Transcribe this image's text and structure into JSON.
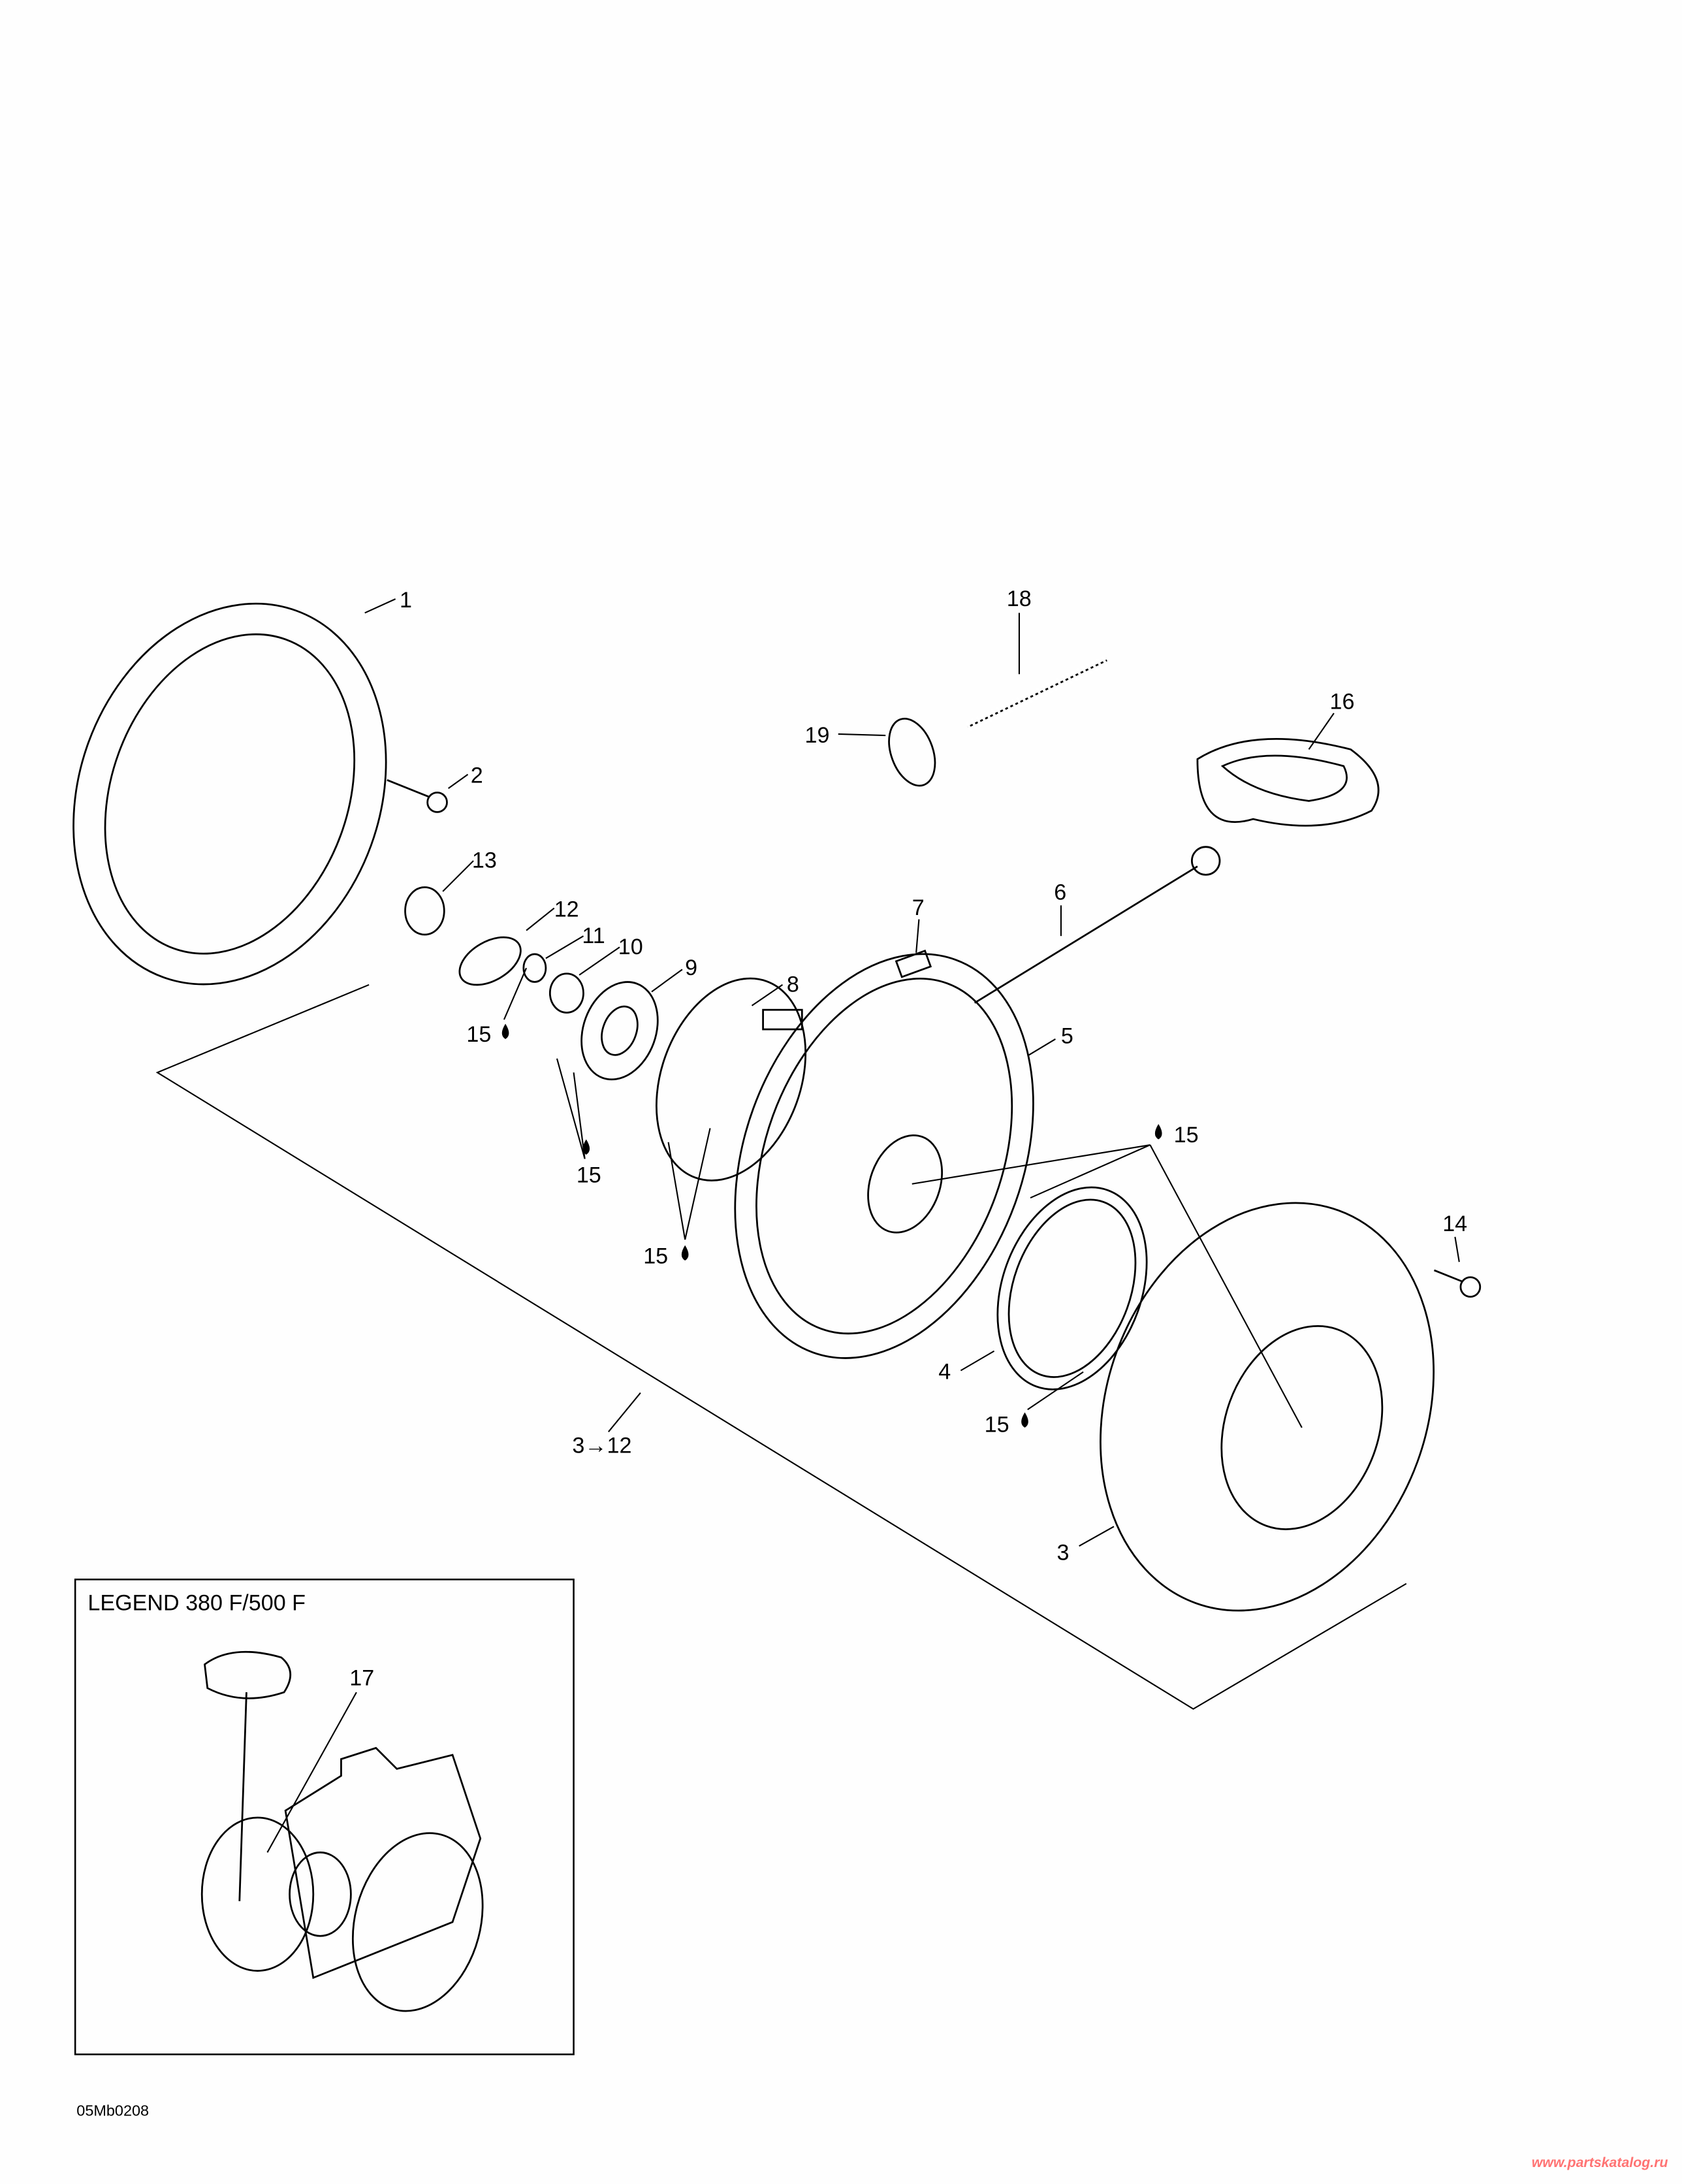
{
  "diagram": {
    "callouts": {
      "c1": "1",
      "c2": "2",
      "c3": "3",
      "c4": "4",
      "c5": "5",
      "c6": "6",
      "c7": "7",
      "c8": "8",
      "c9": "9",
      "c10": "10",
      "c11": "11",
      "c12": "12",
      "c13": "13",
      "c14": "14",
      "c16": "16",
      "c17": "17",
      "c18": "18",
      "c19": "19",
      "c15": "15",
      "range": "3→12"
    },
    "inset": {
      "title": "LEGEND 380 F/500 F"
    },
    "drawing_code": "05Mb0208",
    "watermark": "www.partskatalog.ru"
  }
}
